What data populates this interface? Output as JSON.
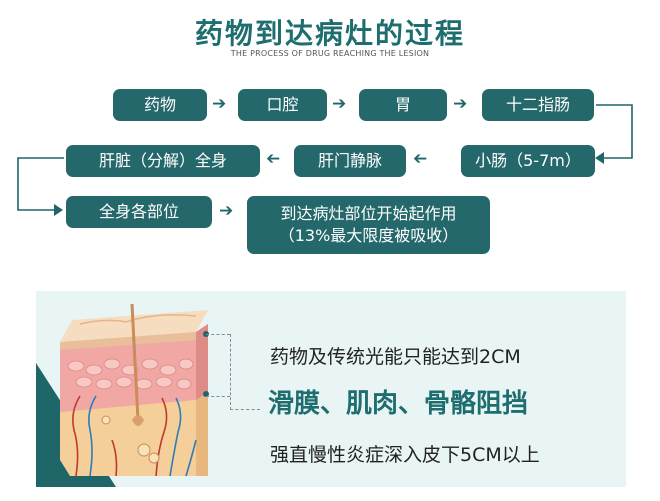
{
  "header": {
    "title": "药物到达病灶的过程",
    "subtitle": "THE PROCESS OF DRUG REACHING THE LESION"
  },
  "flow": {
    "row1": [
      "药物",
      "口腔",
      "胃",
      "十二指肠"
    ],
    "row2": [
      "小肠（5-7m）",
      "肝门静脉",
      "肝脏（分解）全身"
    ],
    "row3": [
      "全身各部位"
    ],
    "target_line1": "到达病灶部位开始起作用",
    "target_line2": "（13%最大限度被吸收）"
  },
  "info": {
    "line1": "药物及传统光能只能达到2CM",
    "line2": "滑膜、肌肉、骨骼阻挡",
    "line3": "强直慢性炎症深入皮下5CM以上"
  },
  "colors": {
    "primary": "#24686b",
    "panel": "#e9f4f5",
    "text": "#222222"
  }
}
